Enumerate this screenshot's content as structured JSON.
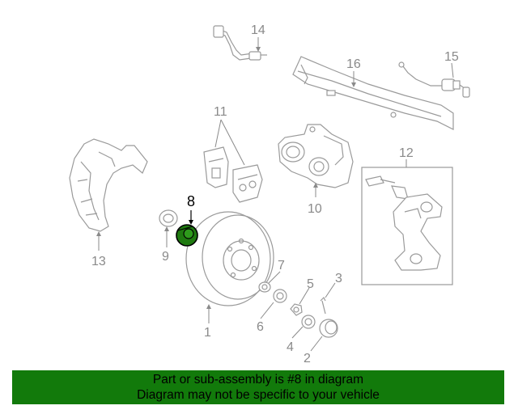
{
  "diagram": {
    "callouts": {
      "c1": "1",
      "c2": "2",
      "c3": "3",
      "c4": "4",
      "c5": "5",
      "c6": "6",
      "c7": "7",
      "c8": "8",
      "c9": "9",
      "c10": "10",
      "c11": "11",
      "c12": "12",
      "c13": "13",
      "c14": "14",
      "c15": "15",
      "c16": "16"
    },
    "highlight_part": "8",
    "highlight_color": "#1f7a10"
  },
  "banner": {
    "line1": "Part or sub-assembly is #8 in diagram",
    "line2": "Diagram may not be specific to your vehicle",
    "background": "#127a0b"
  }
}
